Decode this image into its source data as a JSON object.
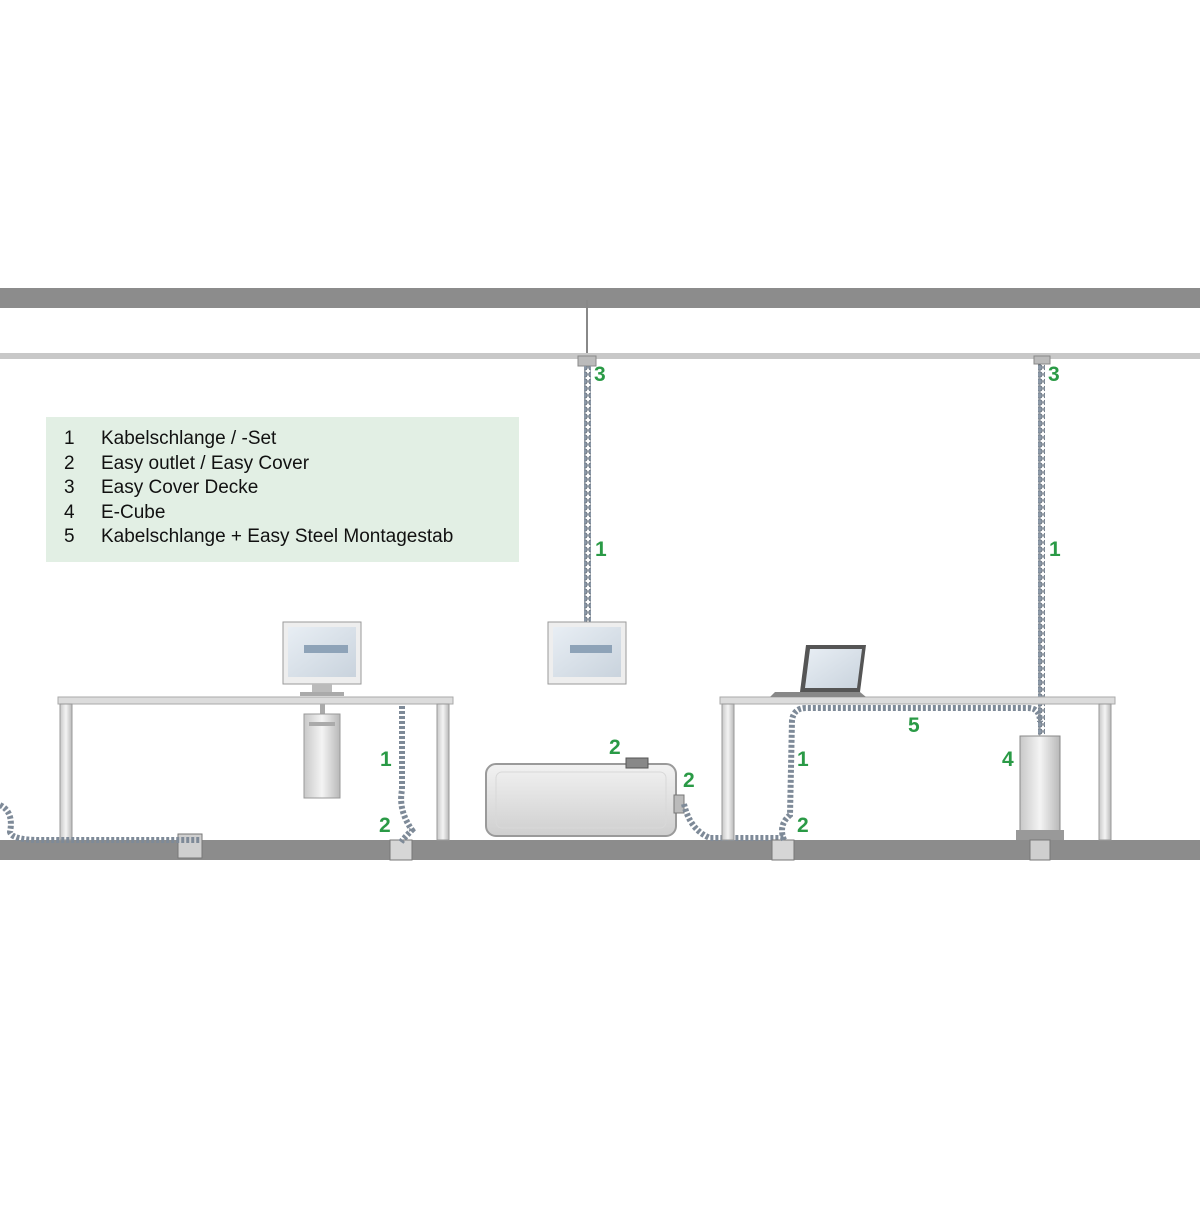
{
  "legend": [
    {
      "num": "1",
      "text": "Kabelschlange / -Set"
    },
    {
      "num": "2",
      "text": "Easy outlet / Easy Cover"
    },
    {
      "num": "3",
      "text": "Easy Cover Decke"
    },
    {
      "num": "4",
      "text": "E-Cube"
    },
    {
      "num": "5",
      "text": "Kabelschlange + Easy Steel Montagestab"
    }
  ],
  "callouts": {
    "ceiling_cover_center": "3",
    "ceiling_cover_right": "3",
    "snake_center": "1",
    "snake_right": "1",
    "snake_left_desk": "1",
    "outlet_left_desk": "2",
    "cover_box_top": "2",
    "cover_box_side": "2",
    "snake_right_desk": "1",
    "outlet_right_desk": "2",
    "snake_steel_rod": "5",
    "ecube": "4"
  },
  "colors": {
    "accent_green": "#2a9a46",
    "legend_bg": "#e2efe4",
    "slab_gray": "#8c8c8c"
  }
}
